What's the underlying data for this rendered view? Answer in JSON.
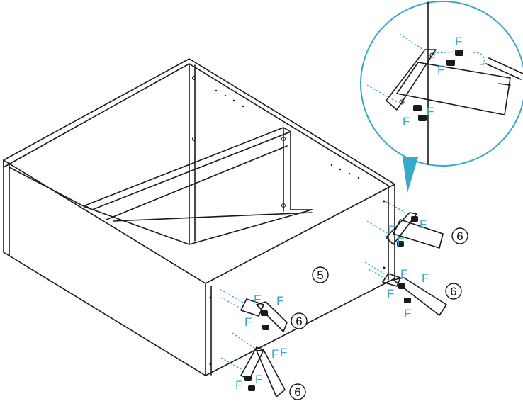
{
  "diagram": {
    "part_body": "5",
    "part_leg": "6",
    "fastener": "F",
    "colors": {
      "callout": "#3aa8c8",
      "lines": "#1a1a1a"
    }
  }
}
